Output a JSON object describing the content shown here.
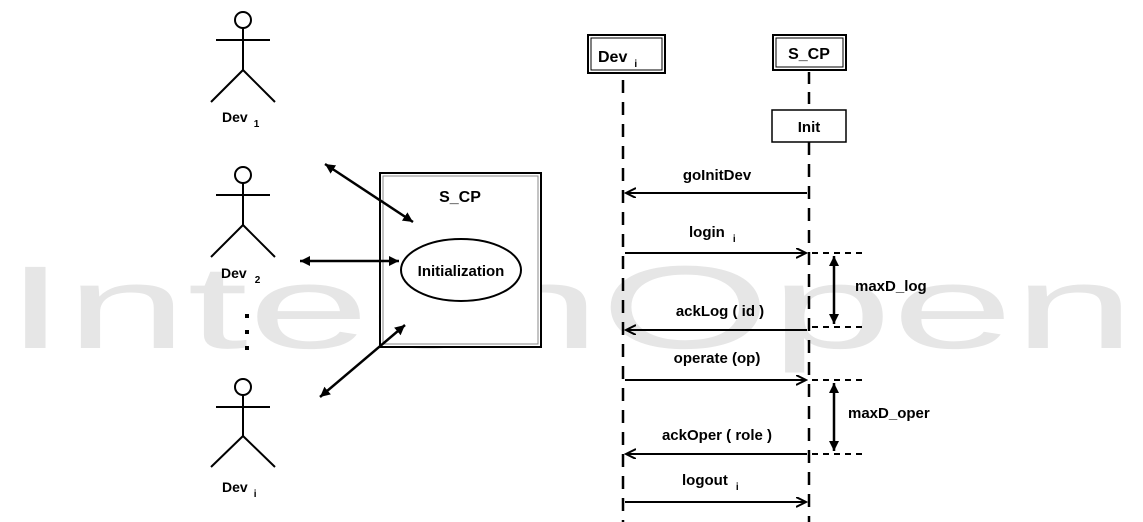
{
  "watermark": "IntechOpen",
  "left_panel": {
    "actors": [
      {
        "name": "Dev",
        "sub": "1"
      },
      {
        "name": "Dev",
        "sub": "2"
      },
      {
        "name": "Dev",
        "sub": "i"
      }
    ],
    "ellipsis": "⋮",
    "system_box": {
      "title": "S_CP",
      "process": "Initialization"
    }
  },
  "sequence": {
    "lifelines": {
      "device": {
        "name": "Dev",
        "sub": "i"
      },
      "server": {
        "name": "S_CP"
      }
    },
    "init_box": "Init",
    "messages": [
      {
        "name": "goInitDev",
        "sub": "",
        "direction": "to-device"
      },
      {
        "name": "login",
        "sub": "i",
        "direction": "to-server"
      },
      {
        "name": "ackLog ( id )",
        "sub": "",
        "direction": "to-device"
      },
      {
        "name": "operate (op)",
        "sub": "",
        "direction": "to-server"
      },
      {
        "name": "ackOper ( role )",
        "sub": "",
        "direction": "to-device"
      },
      {
        "name": "logout",
        "sub": "i",
        "direction": "to-server"
      }
    ],
    "constraints": [
      {
        "label": "maxD_log"
      },
      {
        "label": "maxD_oper"
      }
    ]
  }
}
